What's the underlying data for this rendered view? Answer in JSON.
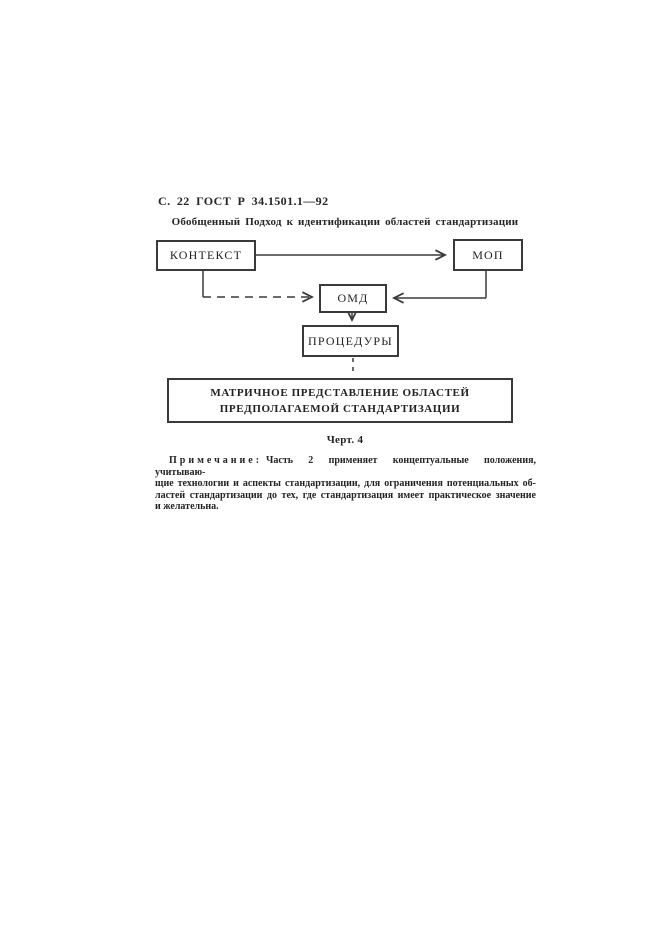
{
  "page": {
    "header": "С. 22 ГОСТ Р 34.1501.1—92",
    "figure_title": "Обобщенный Подход к идентификации областей стандартизации",
    "caption": "Черт. 4"
  },
  "diagram": {
    "context_label": "КОНТЕКСТ",
    "mop_label": "МОП",
    "omd_label": "ОМД",
    "procedures_label": "ПРОЦЕДУРЫ",
    "matrix_line1": "МАТРИЧНОЕ ПРЕДСТАВЛЕНИЕ ОБЛАСТЕЙ",
    "matrix_line2": "ПРЕДПОЛАГАЕМОЙ СТАНДАРТИЗАЦИИ"
  },
  "note": {
    "label": "Примечание:",
    "lines": [
      "Часть 2 применяет концептуальные положения, учитываю-",
      "щие технологии и аспекты стандартизации, для ограничения потенциальных об-",
      "ластей стандартизации до тех, где стандартизация имеет практическое значение",
      "и желательна."
    ]
  },
  "colors": {
    "ink": "#262626",
    "line": "#3a3a3a",
    "paper": "#ffffff"
  }
}
